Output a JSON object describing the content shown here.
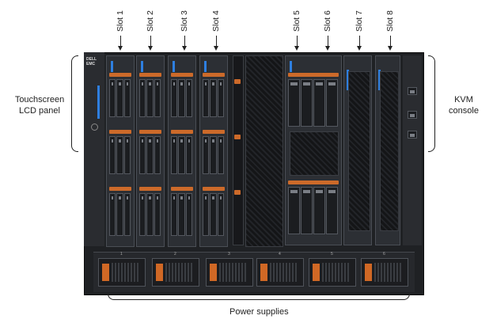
{
  "slots": [
    "Slot 1",
    "Slot 2",
    "Slot 3",
    "Slot 4",
    "Slot 5",
    "Slot 6",
    "Slot 7",
    "Slot 8"
  ],
  "left_label": {
    "line1": "Touchscreen",
    "line2": "LCD panel"
  },
  "right_label": {
    "line1": "KVM",
    "line2": "console"
  },
  "bottom_label": "Power supplies",
  "brand": {
    "line1": "DELL",
    "line2": "EMC"
  },
  "psu_numbers": [
    "1",
    "2",
    "3",
    "4",
    "5",
    "6"
  ],
  "colors": {
    "accent_blue": "#2e7fe0",
    "handle_orange": "#cc6a2a",
    "chassis": "#1f2124"
  }
}
